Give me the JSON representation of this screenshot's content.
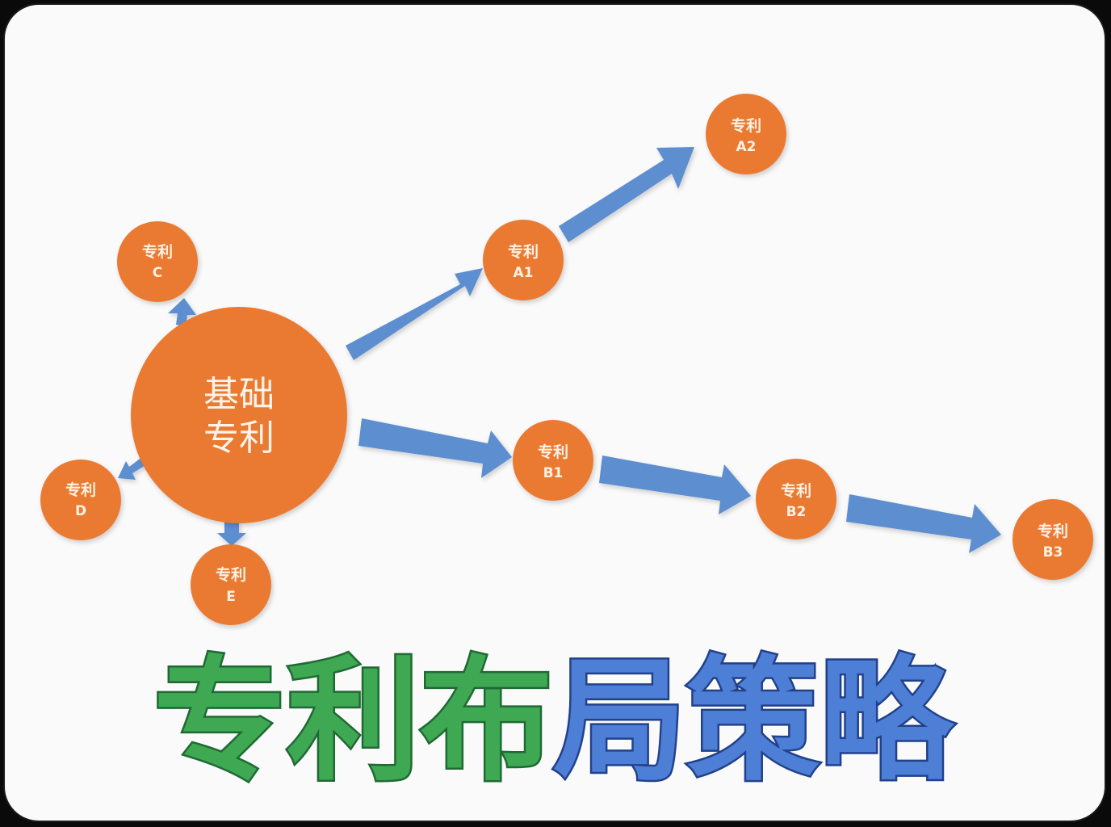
{
  "center_node": {
    "line1": "基础",
    "line2": "专利"
  },
  "nodes": {
    "a1": {
      "line1": "专利",
      "line2": "A1"
    },
    "a2": {
      "line1": "专利",
      "line2": "A2"
    },
    "b1": {
      "line1": "专利",
      "line2": "B1"
    },
    "b2": {
      "line1": "专利",
      "line2": "B2"
    },
    "b3": {
      "line1": "专利",
      "line2": "B3"
    },
    "c": {
      "line1": "专利",
      "line2": "C"
    },
    "d": {
      "line1": "专利",
      "line2": "D"
    },
    "e": {
      "line1": "专利",
      "line2": "E"
    }
  },
  "title": {
    "green": "专利布",
    "blue": "局策略"
  },
  "colors": {
    "node": "#ea7a33",
    "arrow": "#5b8ed0",
    "title_green": "#3ea853",
    "title_blue": "#4d7fd6"
  }
}
